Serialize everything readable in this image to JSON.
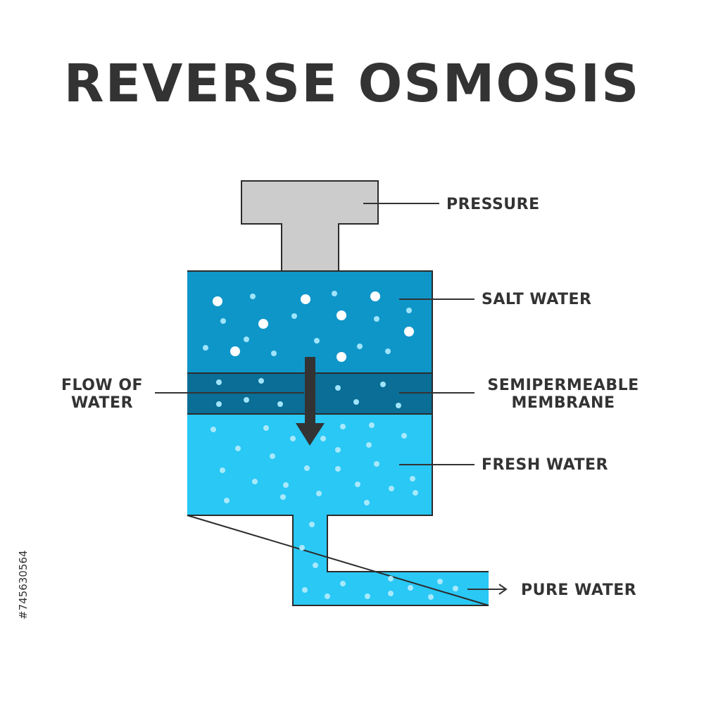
{
  "title": "REVERSE OSMOSIS",
  "labels": {
    "pressure": "PRESSURE",
    "salt_water": "SALT WATER",
    "flow_of_water_line1": "FLOW OF",
    "flow_of_water_line2": "WATER",
    "membrane_line1": "SEMIPERMEABLE",
    "membrane_line2": "MEMBRANE",
    "fresh_water": "FRESH WATER",
    "pure_water": "PURE WATER"
  },
  "stock_id": "#745630564",
  "colors": {
    "title_text": "#333333",
    "piston": "#cccccc",
    "salt_water": "#0f96c8",
    "membrane": "#0a6e96",
    "fresh_water": "#29c8f5",
    "outline": "#2b2b2b",
    "arrow": "#333333"
  }
}
